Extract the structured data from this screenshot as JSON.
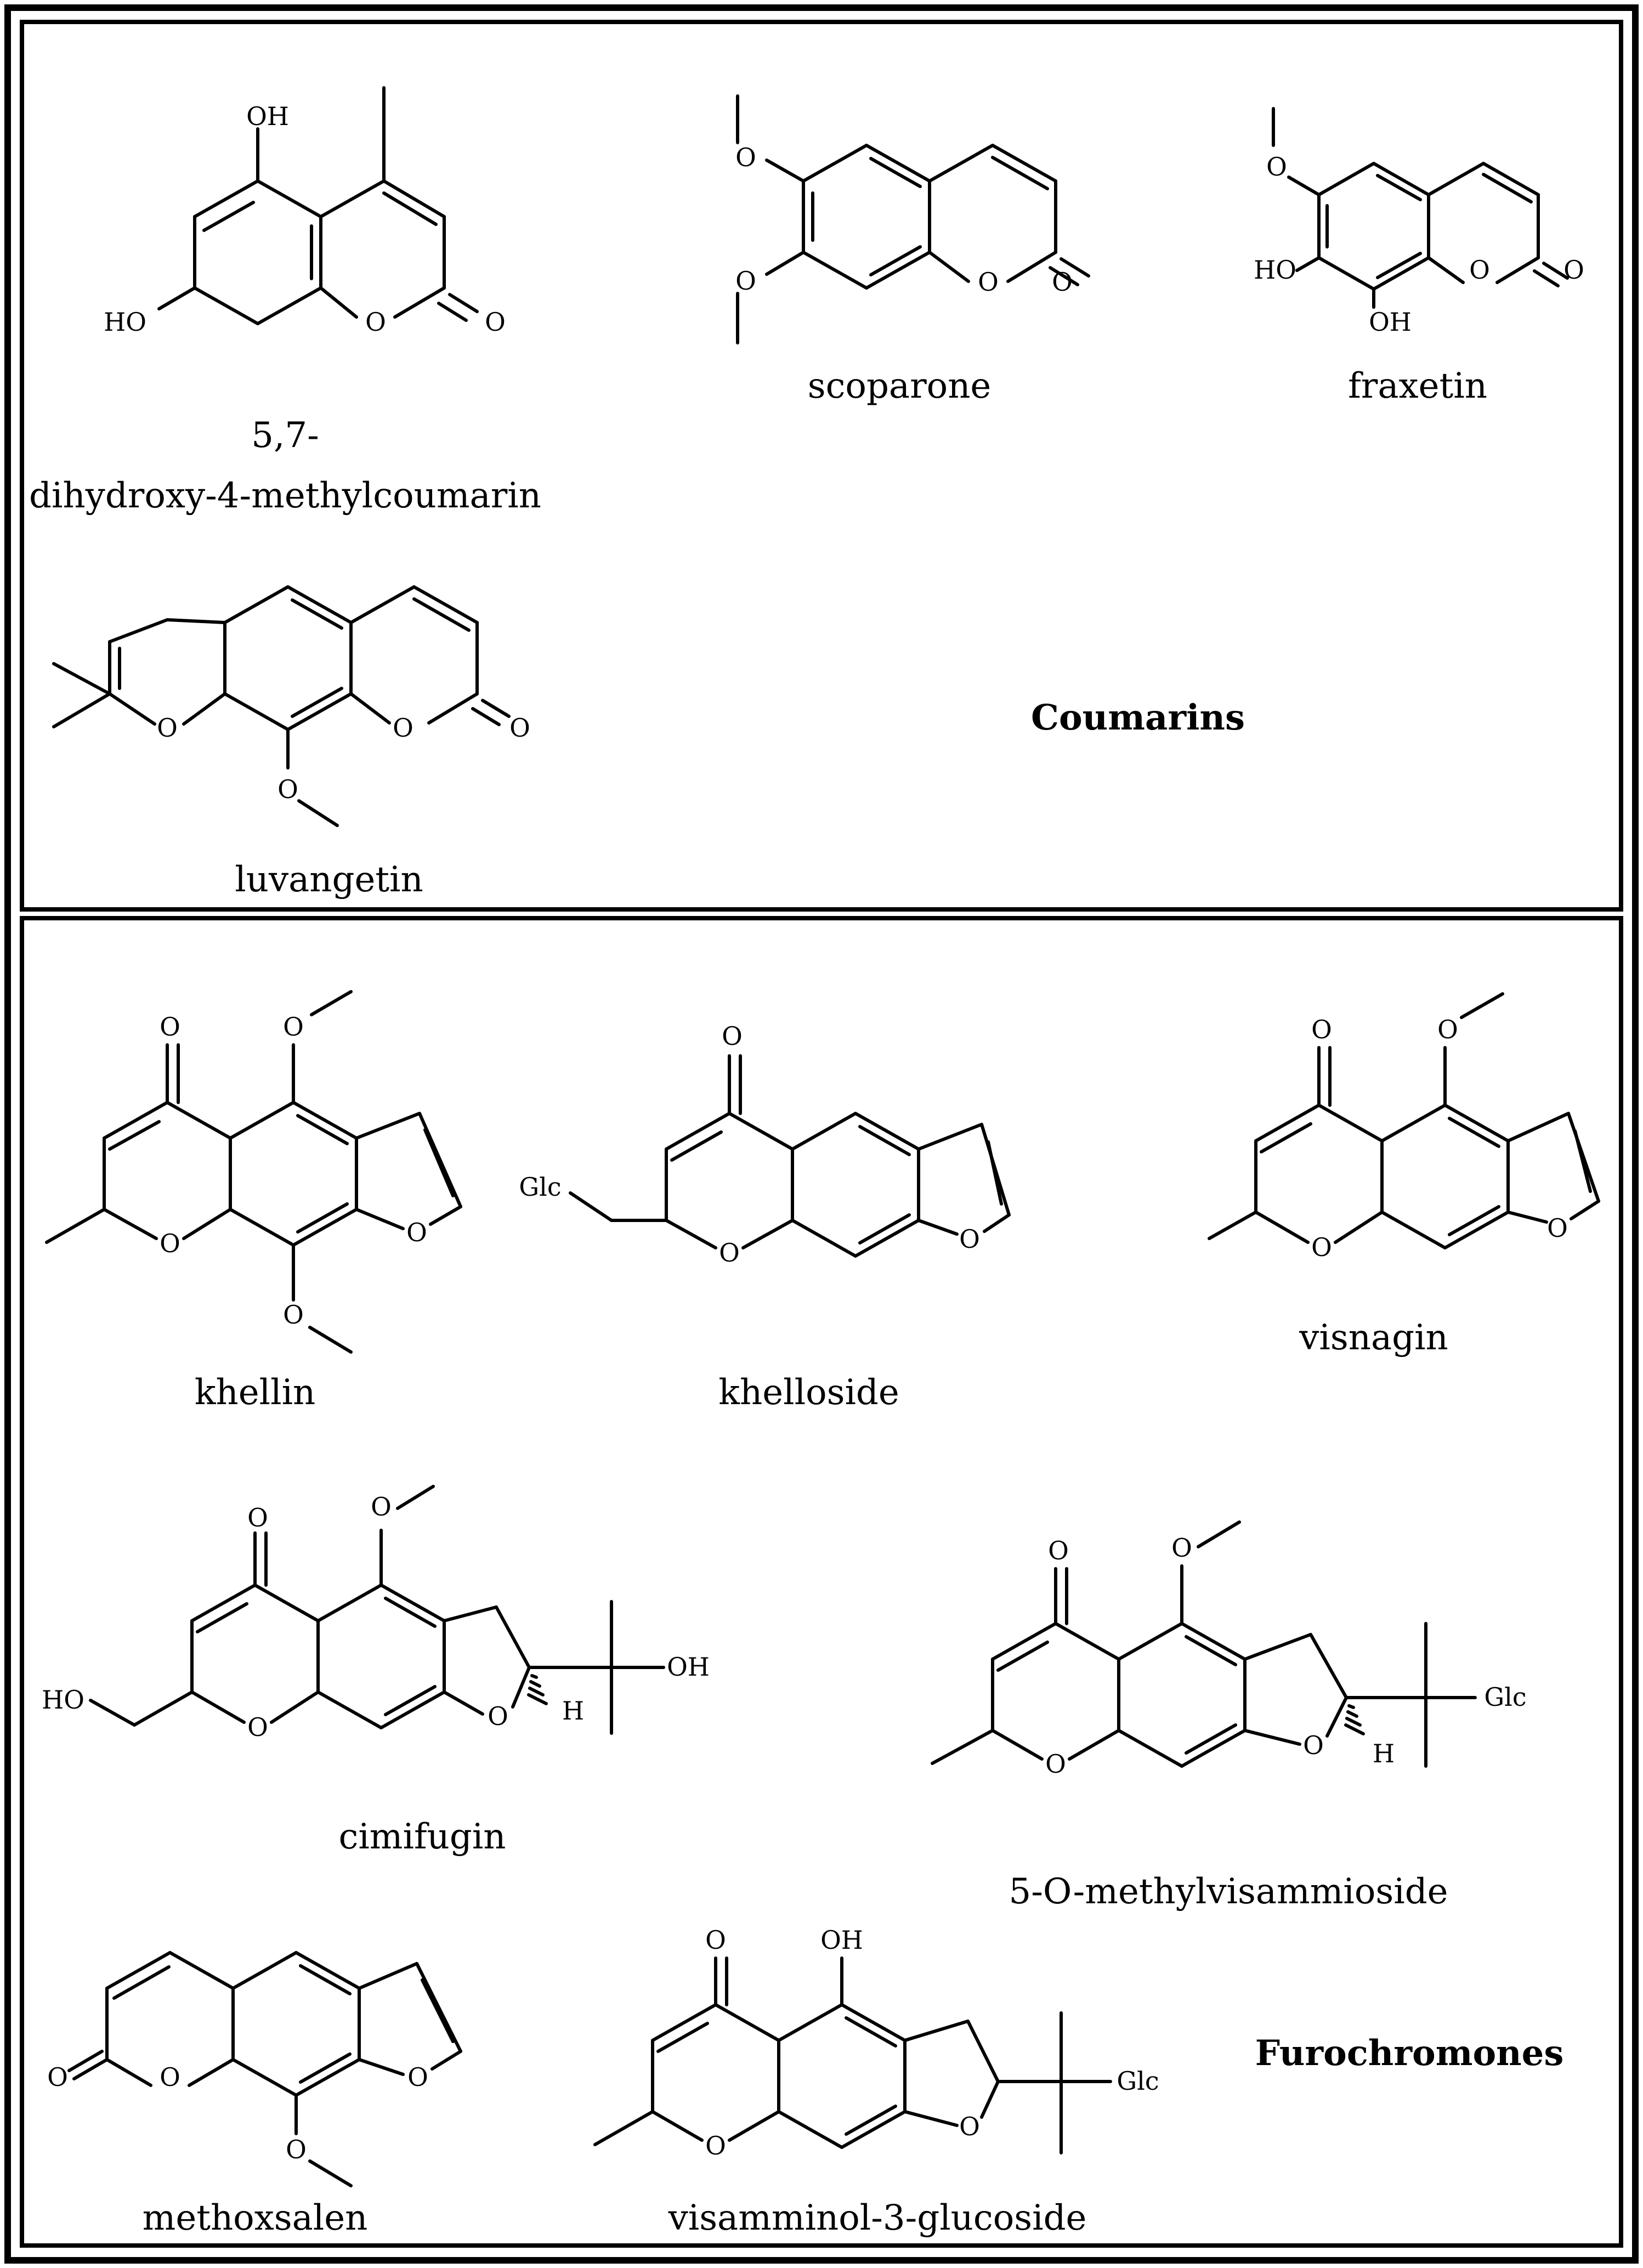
{
  "sections": {
    "coumarins": "Coumarins",
    "furochromones": "Furochromones"
  },
  "compounds": [
    {
      "name_lines": [
        "5,7-",
        "dihydroxy-4-methylcoumarin"
      ],
      "atoms": [
        "OH",
        "HO",
        "O",
        "O"
      ]
    },
    {
      "name_lines": [
        "scoparone"
      ],
      "atoms": [
        "O",
        "O",
        "O",
        "O"
      ]
    },
    {
      "name_lines": [
        "fraxetin"
      ],
      "atoms": [
        "O",
        "HO",
        "OH",
        "O",
        "O"
      ]
    },
    {
      "name_lines": [
        "luvangetin"
      ],
      "atoms": [
        "O",
        "O",
        "O",
        "O"
      ]
    },
    {
      "name_lines": [
        "khellin"
      ],
      "atoms": [
        "O",
        "O",
        "O",
        "O",
        "O"
      ]
    },
    {
      "name_lines": [
        "khelloside"
      ],
      "atoms": [
        "O",
        "Glc",
        "O",
        "O"
      ]
    },
    {
      "name_lines": [
        "visnagin"
      ],
      "atoms": [
        "O",
        "O",
        "O",
        "O"
      ]
    },
    {
      "name_lines": [
        "cimifugin"
      ],
      "atoms": [
        "O",
        "O",
        "HO",
        "O",
        "O",
        "OH",
        "H"
      ]
    },
    {
      "name_lines": [
        "5-O-methylvisammioside"
      ],
      "atoms": [
        "O",
        "O",
        "O",
        "O",
        "Glc",
        "H"
      ]
    },
    {
      "name_lines": [
        "methoxsalen"
      ],
      "atoms": [
        "O",
        "O",
        "O",
        "O"
      ]
    },
    {
      "name_lines": [
        "visamminol-3-glucoside"
      ],
      "atoms": [
        "O",
        "OH",
        "O",
        "O",
        "Glc"
      ]
    }
  ],
  "colors": {
    "ink": "#000000",
    "background": "#ffffff"
  }
}
